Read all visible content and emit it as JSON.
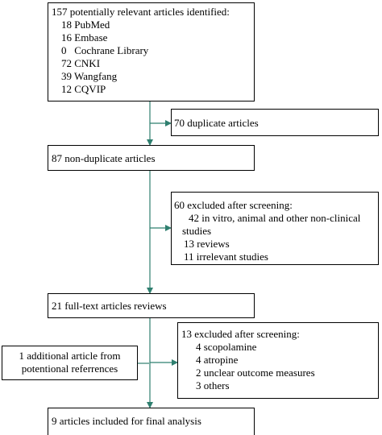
{
  "boxes": {
    "identified": {
      "title": "157 potentially relevant articles identified:",
      "items": [
        "18 PubMed",
        "16 Embase",
        "0   Cochrane Library",
        "72 CNKI",
        "39 Wangfang",
        "12 CQVIP"
      ]
    },
    "duplicates": {
      "text": "70 duplicate articles"
    },
    "non_duplicate": {
      "text": "87 non-duplicate articles"
    },
    "excluded_screening_1": {
      "title": "60 excluded after screening:",
      "items": [
        "42 in vitro, animal and other non-clinical",
        "studies",
        "13 reviews",
        "11 irrelevant studies"
      ]
    },
    "full_text": {
      "text": "21 full-text articles reviews"
    },
    "excluded_screening_2": {
      "title": "13 excluded after screening:",
      "items": [
        "4 scopolamine",
        "4 atropine",
        "2 unclear outcome measures",
        "3 others"
      ]
    },
    "additional": {
      "lines": [
        "1 additional article from",
        "potentional referrences"
      ]
    },
    "included": {
      "text": "9 articles included for final analysis"
    }
  },
  "colors": {
    "arrow": "#2f7f6f",
    "border": "#000000"
  }
}
